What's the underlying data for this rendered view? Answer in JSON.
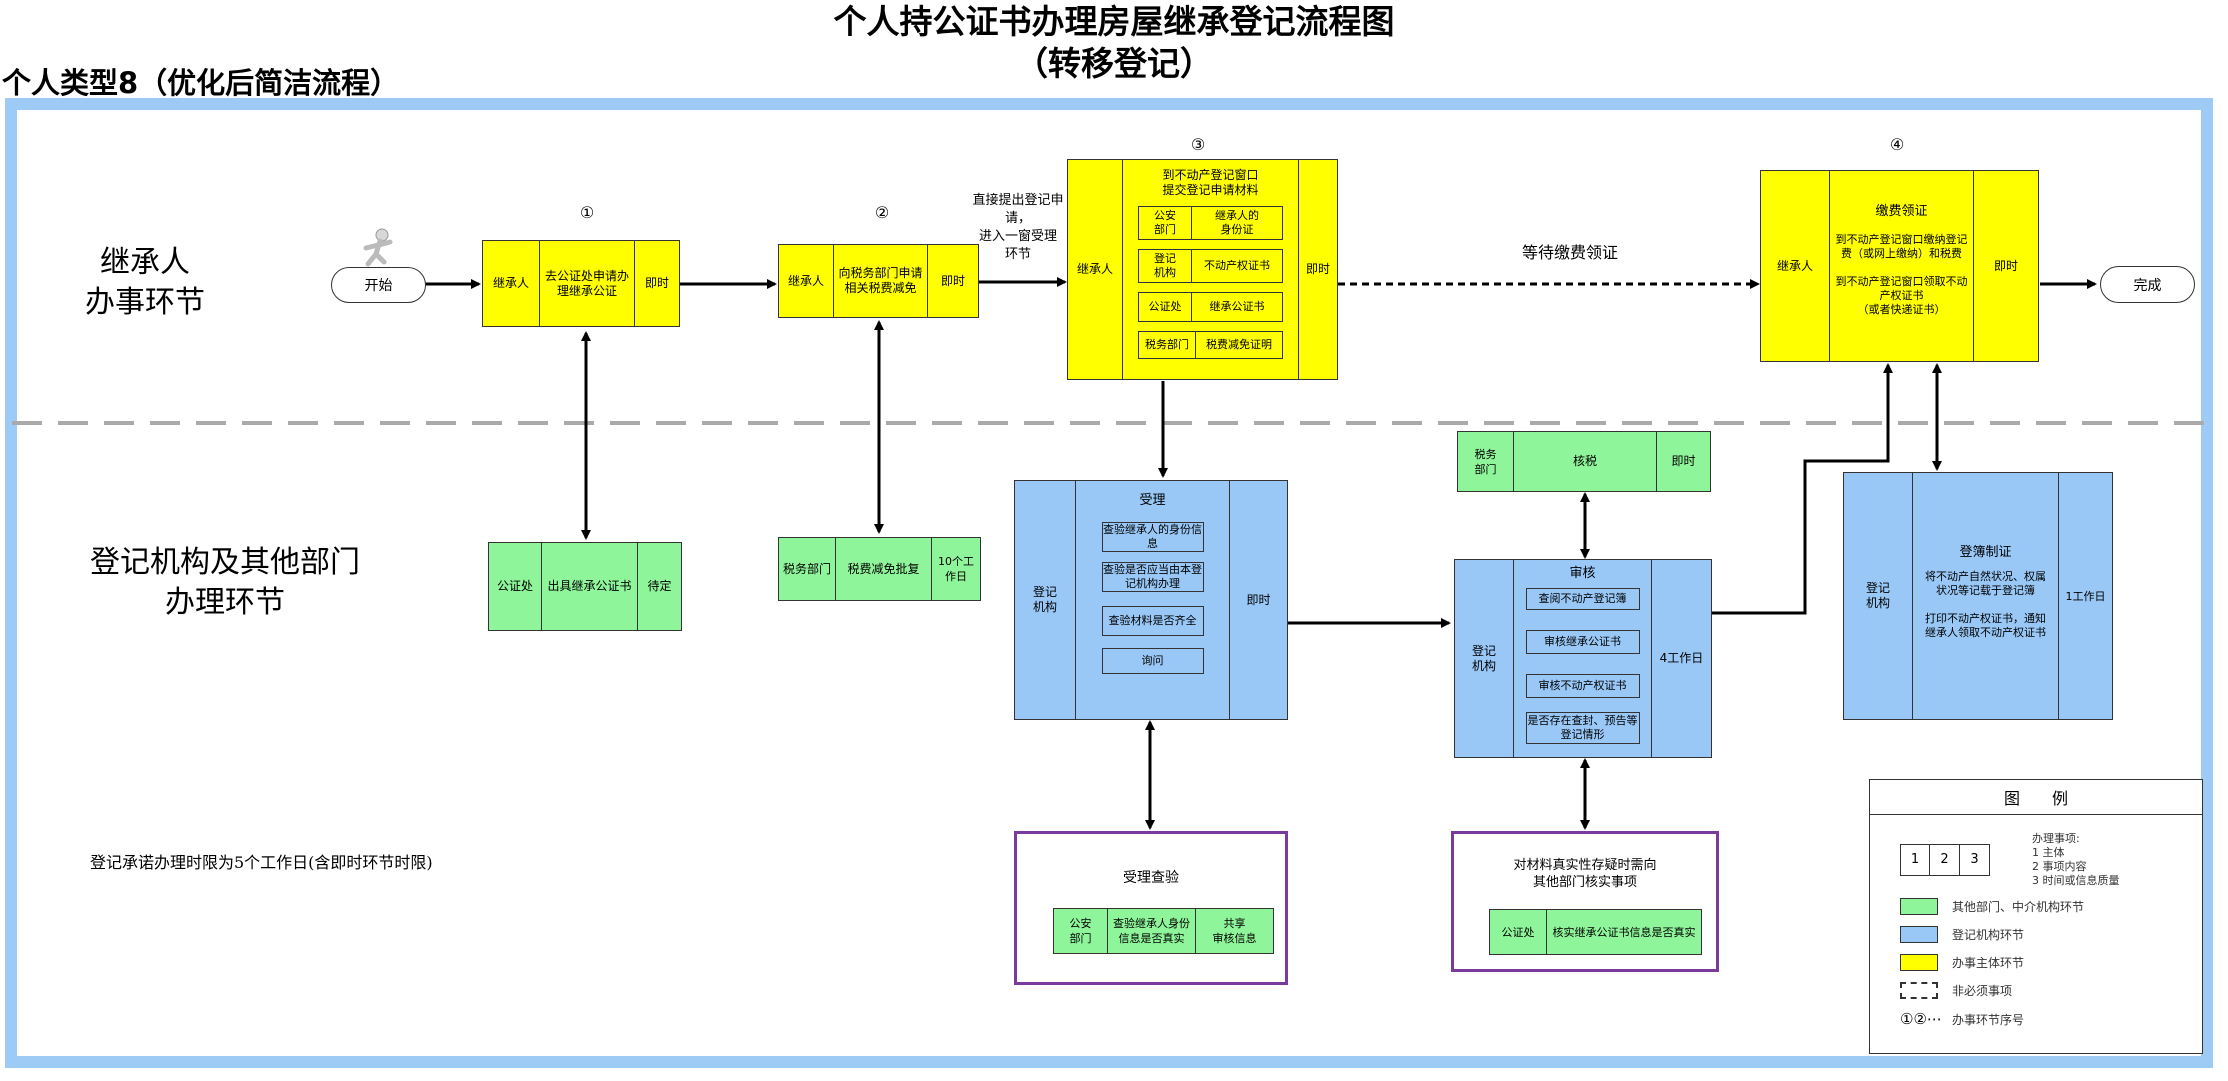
{
  "title": "个人持公证书办理房屋继承登记流程图",
  "subtitle": "（转移登记）",
  "type_label": "个人类型8（优化后简洁流程）",
  "lanes": {
    "top": "继承人\n办事环节",
    "bottom": "登记机构及其他部门\n办理环节"
  },
  "start_label": "开始",
  "end_label": "完成",
  "steps": {
    "s1_num": "①",
    "s2_num": "②",
    "s3_num": "③",
    "s4_num": "④"
  },
  "box1": {
    "subject": "继承人",
    "content": "去公证处申请办理继承公证",
    "time": "即时"
  },
  "box2": {
    "subject": "继承人",
    "content": "向税务部门申请相关税费减免",
    "time": "即时"
  },
  "note_direct": "直接提出登记申请，\n进入一窗受理\n环节",
  "box3": {
    "subject": "继承人",
    "title": "到不动产登记窗口\n提交登记申请材料",
    "time": "即时",
    "items": [
      {
        "a": "公安\n部门",
        "b": "继承人的\n身份证"
      },
      {
        "a": "登记\n机构",
        "b": "不动产权证书"
      },
      {
        "a": "公证处",
        "b": "继承公证书"
      },
      {
        "a": "税务部门",
        "b": "税费减免证明"
      }
    ]
  },
  "wait_label": "等待缴费领证",
  "box4": {
    "subject": "继承人",
    "title": "缴费领证",
    "content": "到不动产登记窗口缴纳登记费（或网上缴纳）和税费\n\n到不动产登记窗口领取不动产权证书\n（或者快递证书）",
    "time": "即时"
  },
  "g1": {
    "subject": "公证处",
    "content": "出具继承公证书",
    "time": "待定"
  },
  "g2": {
    "subject": "税务部门",
    "content": "税费减免批复",
    "time": "10个工作日"
  },
  "accept": {
    "subject": "登记\n机构",
    "title": "受理",
    "time": "即时",
    "items": [
      "查验继承人的身份信息",
      "查验是否应当由本登记机构办理",
      "查验材料是否齐全",
      "询问"
    ]
  },
  "tax": {
    "subject": "税务\n部门",
    "content": "核税",
    "time": "即时"
  },
  "review": {
    "subject": "登记\n机构",
    "title": "审核",
    "time": "4工作日",
    "items": [
      "查阅不动产登记簿",
      "审核继承公证书",
      "审核不动产权证书",
      "是否存在查封、预告等登记情形"
    ]
  },
  "register": {
    "subject": "登记\n机构",
    "title": "登簿制证",
    "content": "将不动产自然状况、权属状况等记载于登记簿\n\n打印不动产权证书，通知继承人领取不动产权证书",
    "time": "1工作日"
  },
  "verify": {
    "title": "受理查验",
    "a": "公安\n部门",
    "b": "查验继承人身份信息是否真实",
    "c": "共享\n审核信息"
  },
  "check": {
    "title": "对材料真实性存疑时需向\n其他部门核实事项",
    "a": "公证处",
    "b": "核实继承公证书信息是否真实"
  },
  "promise_note": "登记承诺办理时限为5个工作日(含即时环节时限)",
  "legend": {
    "title": "图　　例",
    "items_head": "办理事项:",
    "items": [
      "1  主体",
      "2  事项内容",
      "3  时间或信息质量"
    ],
    "cells": [
      "1",
      "2",
      "3"
    ],
    "green": "其他部门、中介机构环节",
    "blue": "登记机构环节",
    "yellow": "办事主体环节",
    "dashed": "非必须事项",
    "nums_symbol": "①②⋯",
    "nums": "办事环节序号"
  },
  "colors": {
    "yellow": "#ffff00",
    "green": "#8ff59a",
    "blue": "#99c8f7",
    "frame": "#9dcbf5",
    "purple": "#7a3b9c"
  }
}
